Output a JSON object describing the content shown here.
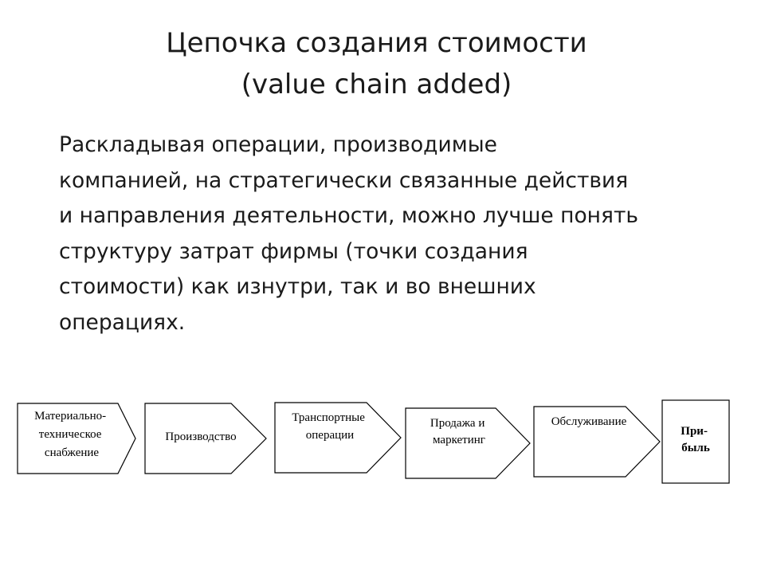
{
  "slide": {
    "title_line1": "Цепочка создания стоимости",
    "title_line2": "(value chain added)",
    "body": "Раскладывая операции, производимые\nкомпанией, на стратегически связанные действия\nи направления деятельности, можно лучше понять\nструктуру  затрат фирмы (точки создания\nстоимости) как изнутри, так и во внешних\nоперациях."
  },
  "chain": {
    "stages": [
      {
        "lines": [
          "Материально-",
          "техническое",
          "снабжение"
        ]
      },
      {
        "lines": [
          "Производство"
        ]
      },
      {
        "lines": [
          "Транспортные",
          "операции"
        ]
      },
      {
        "lines": [
          "Продажа и",
          "маркетинг"
        ]
      },
      {
        "lines": [
          "Обслуживание"
        ]
      }
    ],
    "profit": {
      "lines": [
        "При-",
        "быль"
      ]
    }
  }
}
